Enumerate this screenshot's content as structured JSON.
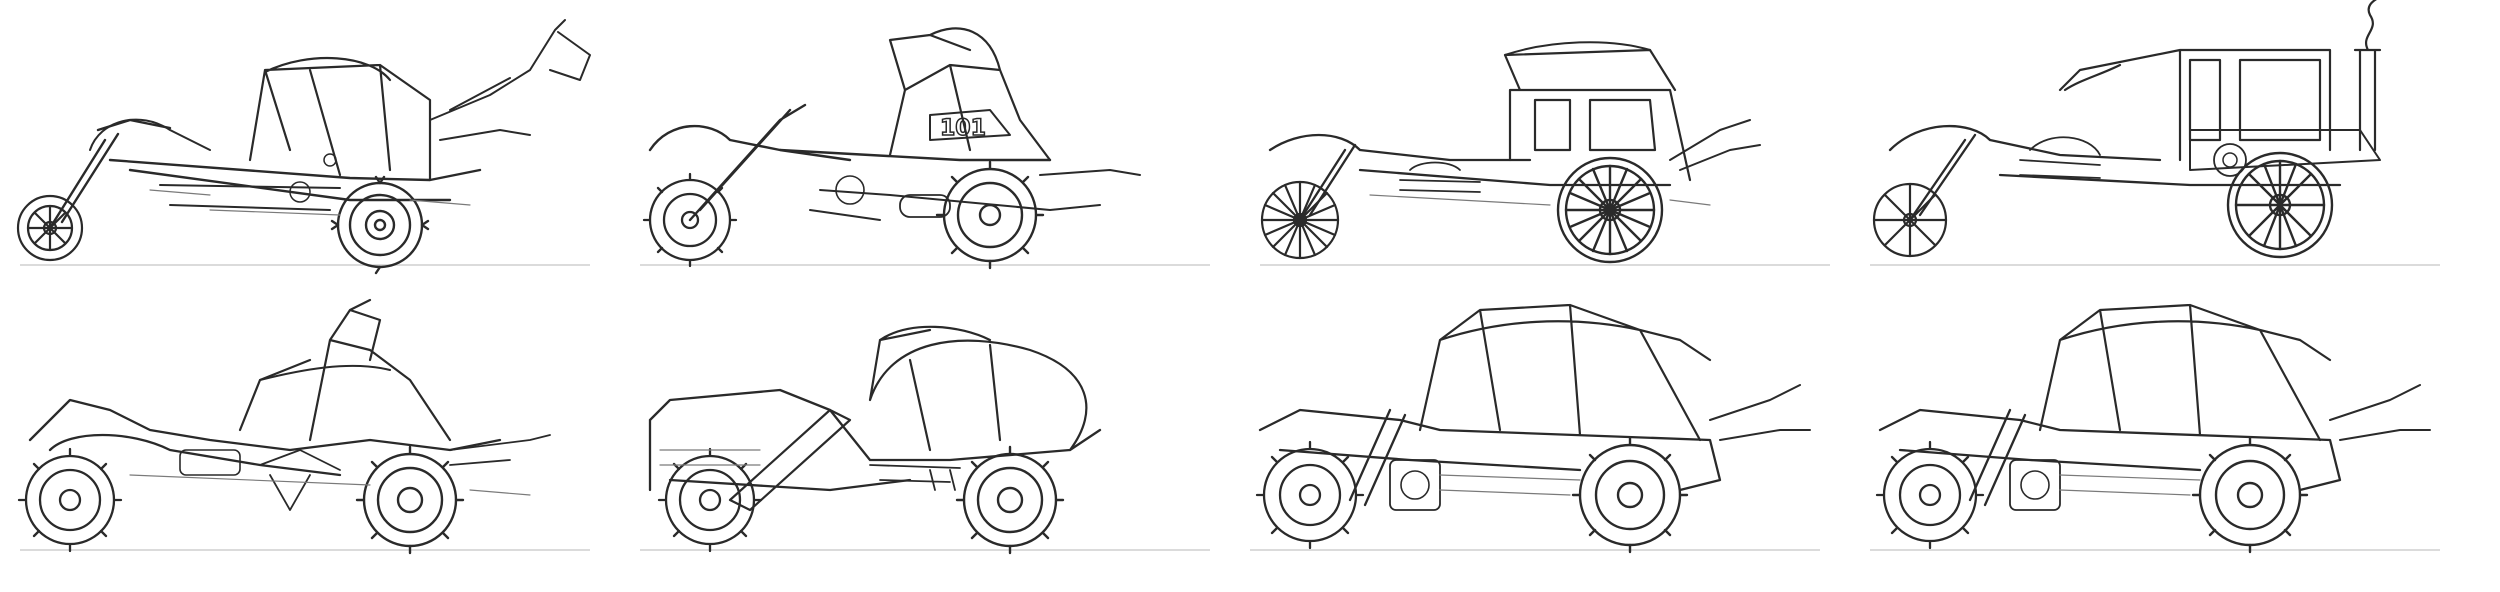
{
  "sheet": {
    "title": "",
    "background": "#ffffff",
    "ink_color": "#2a2a2a"
  },
  "sketches": [
    {
      "id": "v1",
      "row": 1,
      "col": 1,
      "wheel_style": "spoked-gear",
      "canopy": "roll-cage",
      "has_flag": true,
      "has_chimney": false,
      "plate_text": ""
    },
    {
      "id": "v2",
      "row": 1,
      "col": 2,
      "wheel_style": "knobby",
      "canopy": "roll-cage",
      "has_flag": false,
      "has_chimney": false,
      "plate_text": "101"
    },
    {
      "id": "v3",
      "row": 1,
      "col": 3,
      "wheel_style": "wagon-spoke",
      "canopy": "carriage",
      "has_flag": false,
      "has_chimney": false,
      "plate_text": ""
    },
    {
      "id": "v4",
      "row": 1,
      "col": 4,
      "wheel_style": "wagon-spoke",
      "canopy": "carriage",
      "has_flag": false,
      "has_chimney": true,
      "plate_text": ""
    },
    {
      "id": "v5",
      "row": 2,
      "col": 1,
      "wheel_style": "knobby",
      "canopy": "sail",
      "has_flag": true,
      "has_chimney": false,
      "plate_text": ""
    },
    {
      "id": "v6",
      "row": 2,
      "col": 2,
      "wheel_style": "knobby",
      "canopy": "bubble",
      "has_flag": false,
      "has_chimney": false,
      "plate_text": ""
    },
    {
      "id": "v7",
      "row": 2,
      "col": 3,
      "wheel_style": "knobby",
      "canopy": "roll-cage",
      "has_flag": false,
      "has_chimney": false,
      "plate_text": ""
    },
    {
      "id": "v8",
      "row": 2,
      "col": 4,
      "wheel_style": "knobby",
      "canopy": "roll-cage",
      "has_flag": false,
      "has_chimney": false,
      "plate_text": ""
    }
  ]
}
